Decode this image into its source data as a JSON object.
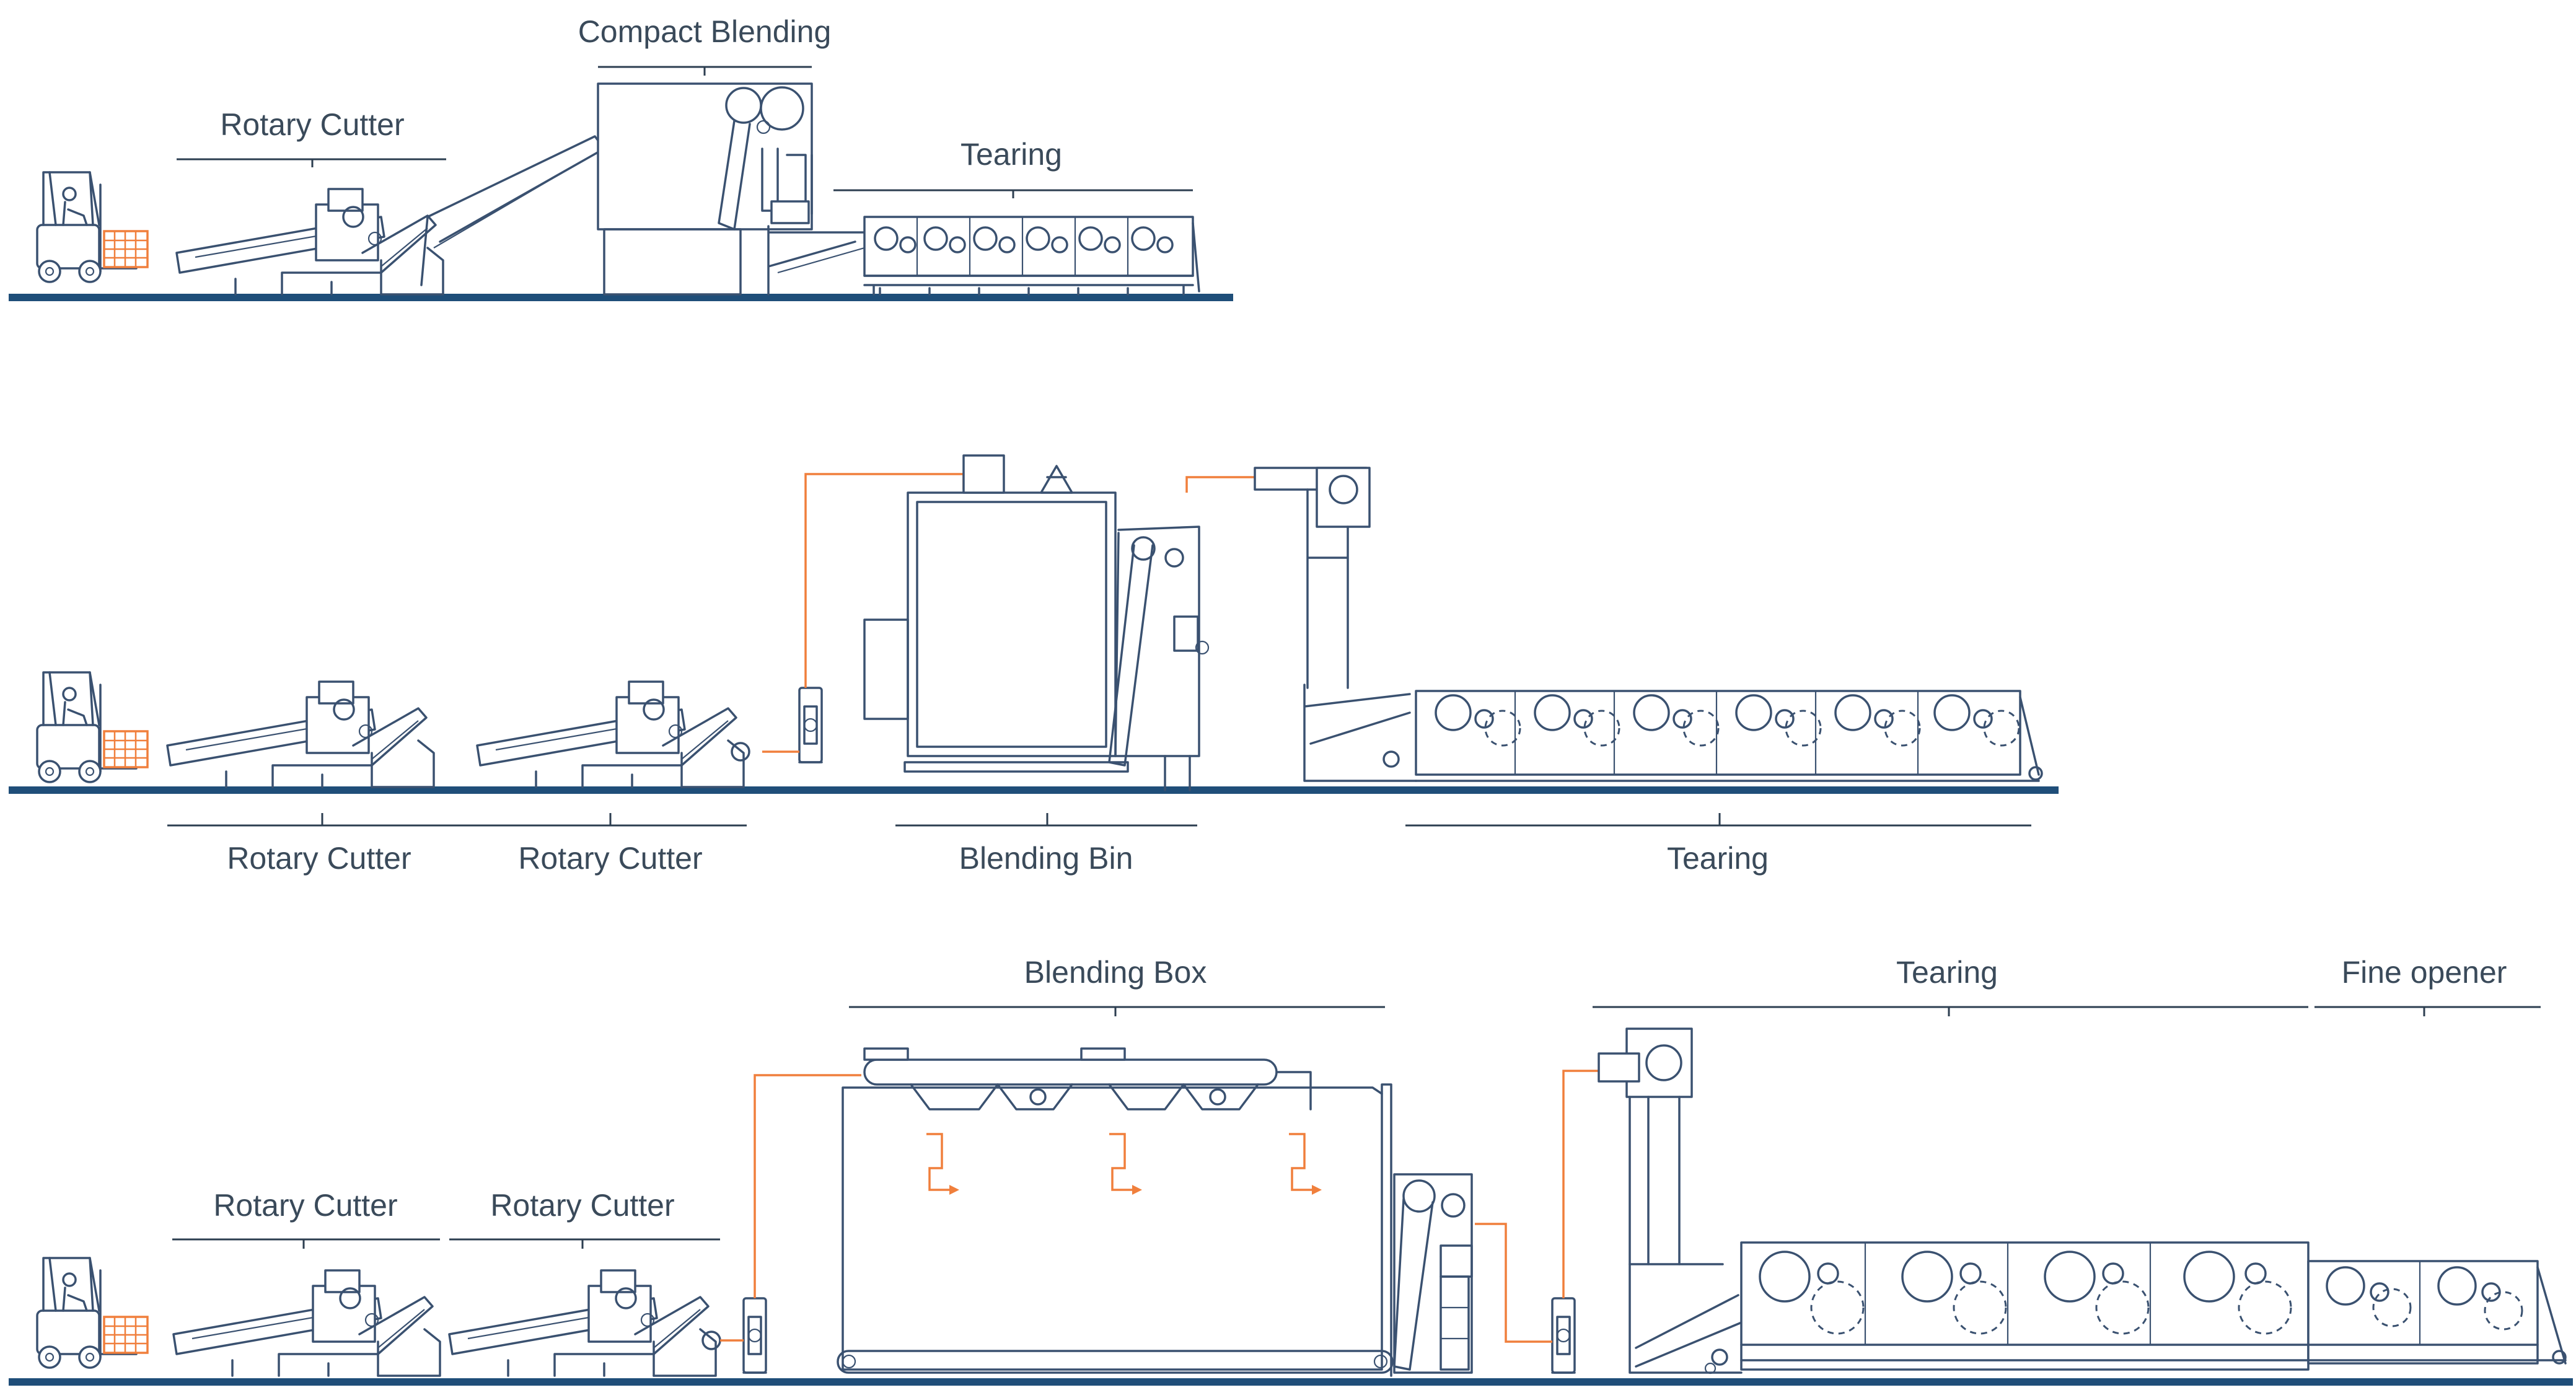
{
  "lines": [
    {
      "id": "line-1",
      "stations": [
        {
          "key": "rotary_cutter",
          "label": "Rotary Cutter"
        },
        {
          "key": "compact_blending",
          "label": "Compact Blending"
        },
        {
          "key": "tearing",
          "label": "Tearing"
        }
      ]
    },
    {
      "id": "line-2",
      "stations": [
        {
          "key": "rotary_cutter_1",
          "label": "Rotary Cutter"
        },
        {
          "key": "rotary_cutter_2",
          "label": "Rotary Cutter"
        },
        {
          "key": "blending_bin",
          "label": "Blending Bin"
        },
        {
          "key": "tearing",
          "label": "Tearing"
        }
      ]
    },
    {
      "id": "line-3",
      "stations": [
        {
          "key": "rotary_cutter_1",
          "label": "Rotary Cutter"
        },
        {
          "key": "rotary_cutter_2",
          "label": "Rotary Cutter"
        },
        {
          "key": "blending_box",
          "label": "Blending Box"
        },
        {
          "key": "tearing",
          "label": "Tearing"
        },
        {
          "key": "fine_opener",
          "label": "Fine opener"
        }
      ]
    }
  ],
  "icons": [
    "forklift-icon",
    "bale-icon",
    "rotary-cutter-icon",
    "compact-blending-icon",
    "blending-bin-icon",
    "blending-box-icon",
    "condenser-icon",
    "tearing-machine-icon",
    "fine-opener-icon",
    "pneumatic-duct-icon"
  ],
  "colors": {
    "floor": "#1f4e79",
    "machine_outline": "#3a5170",
    "pneumatic_duct": "#f07f3c",
    "label_text": "#3a4a5a"
  }
}
